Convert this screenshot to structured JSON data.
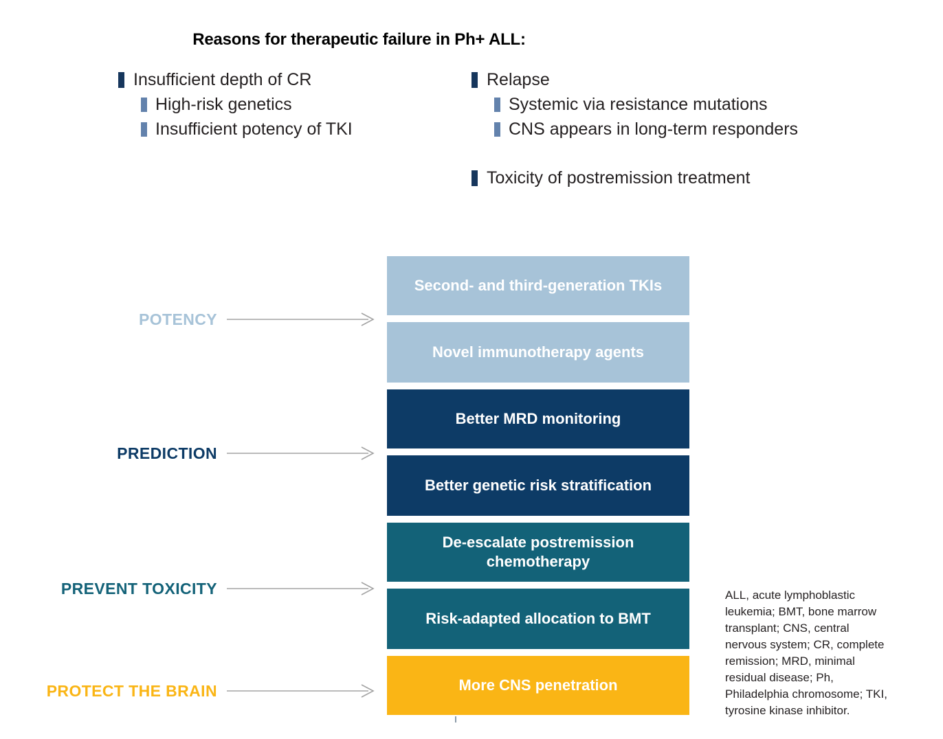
{
  "title": "Reasons for therapeutic failure in Ph+ ALL:",
  "bullets": {
    "left": [
      {
        "level": 1,
        "text": "Insufficient depth of CR"
      },
      {
        "level": 2,
        "text": "High-risk genetics"
      },
      {
        "level": 2,
        "text": "Insufficient potency of TKI"
      }
    ],
    "right": [
      {
        "level": 1,
        "text": "Relapse"
      },
      {
        "level": 2,
        "text": "Systemic via resistance mutations"
      },
      {
        "level": 2,
        "text": "CNS appears in long-term responders"
      },
      {
        "level": 1,
        "text": "Toxicity of postremission treatment",
        "spacer": true
      }
    ]
  },
  "categories": [
    {
      "label": "POTENCY",
      "color": "#a7c3d8"
    },
    {
      "label": "PREDICTION",
      "color": "#0d3b66"
    },
    {
      "label": "PREVENT TOXICITY",
      "color": "#136278"
    },
    {
      "label": "PROTECT THE BRAIN",
      "color": "#fab515"
    }
  ],
  "boxes": [
    {
      "text": "Second- and third-generation TKIs",
      "color": "#a7c3d8",
      "category": "POTENCY"
    },
    {
      "text": "Novel immunotherapy agents",
      "color": "#a7c3d8",
      "category": "POTENCY"
    },
    {
      "text": "Better MRD monitoring",
      "color": "#0d3b66",
      "category": "PREDICTION"
    },
    {
      "text": "Better genetic risk stratification",
      "color": "#0d3b66",
      "category": "PREDICTION"
    },
    {
      "text": "De-escalate postremission chemotherapy",
      "color": "#136278",
      "category": "PREVENT TOXICITY"
    },
    {
      "text": "Risk-adapted allocation to BMT",
      "color": "#136278",
      "category": "PREVENT TOXICITY"
    },
    {
      "text": "More CNS penetration",
      "color": "#fab515",
      "category": "PROTECT THE BRAIN"
    }
  ],
  "footnote": "ALL, acute lymphoblastic leukemia; BMT, bone marrow transplant; CNS, central nervous system; CR, complete remission; MRD, minimal residual disease; Ph, Philadelphia chromosome; TKI, tyrosine kinase inhibitor."
}
